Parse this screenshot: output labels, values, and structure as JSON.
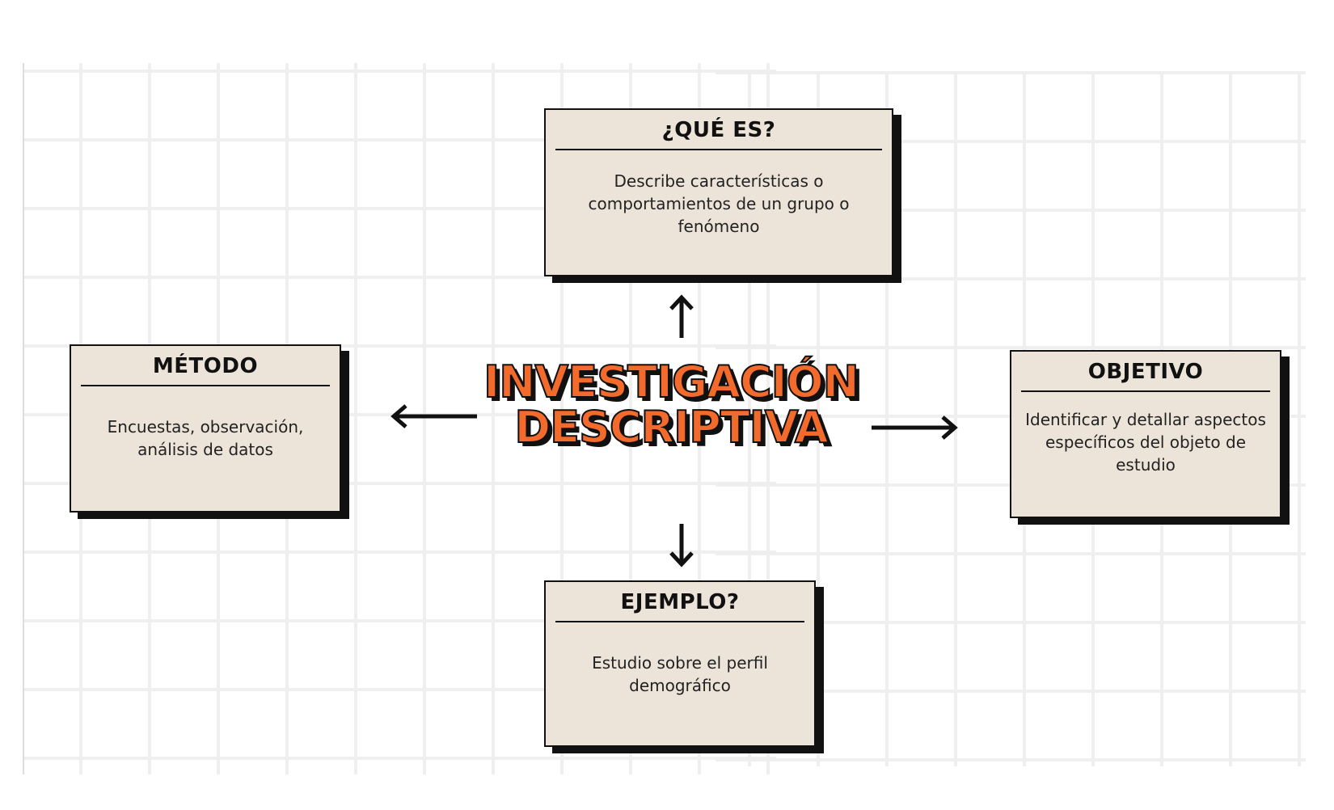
{
  "center": {
    "line1": "INVESTIGACIÓN",
    "line2": "DESCRIPTIVA"
  },
  "cards": {
    "que_es": {
      "title": "¿QUÉ ES?",
      "body": "Describe características o comportamientos de un grupo o fenómeno"
    },
    "metodo": {
      "title": "MÉTODO",
      "body": "Encuestas, observación, análisis de datos"
    },
    "objetivo": {
      "title": "OBJETIVO",
      "body": "Identificar y detallar aspectos específicos del objeto de estudio"
    },
    "ejemplo": {
      "title": "EJEMPLO?",
      "body": "Estudio sobre el perfil demográfico"
    }
  },
  "colors": {
    "card_fill": "#ede4d9",
    "title_orange": "#f26b2c",
    "ink": "#111111"
  }
}
